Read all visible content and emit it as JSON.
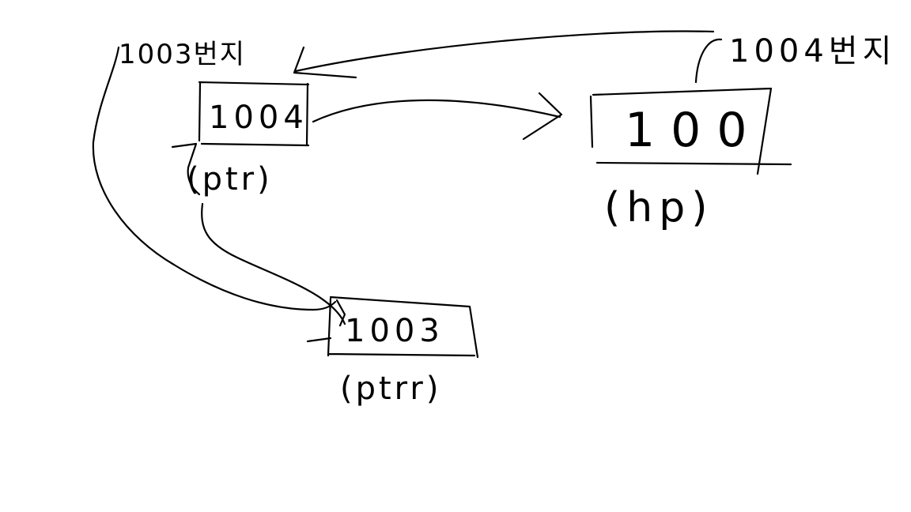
{
  "diagram": {
    "nodes": {
      "ptr": {
        "value": "1004",
        "name": "(ptr)",
        "address": "1003번지"
      },
      "hp": {
        "value": "100",
        "name": "(hp)",
        "address": "1004번지"
      },
      "ptrr": {
        "value": "1003",
        "name": "(ptrr)"
      }
    },
    "edges": [
      {
        "from": "ptr",
        "to": "hp",
        "label": ""
      },
      {
        "from": "hp-address",
        "to": "ptr",
        "label": ""
      },
      {
        "from": "ptrr",
        "to": "ptr",
        "label": ""
      },
      {
        "from": "ptr-address",
        "to": "ptrr",
        "label": ""
      }
    ],
    "stroke_color": "#000000",
    "background": "#ffffff"
  }
}
